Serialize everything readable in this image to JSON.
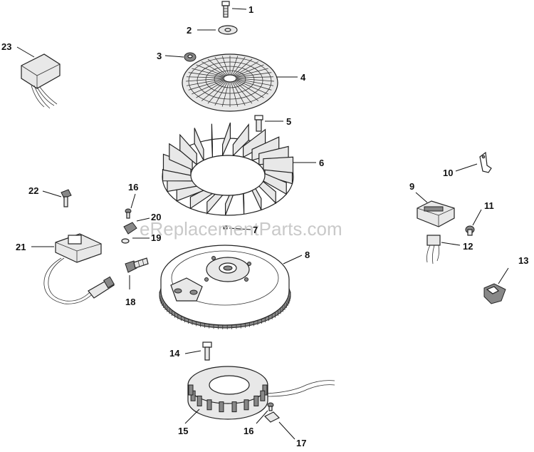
{
  "watermark": "eReplacementParts.com",
  "callouts": [
    "1",
    "2",
    "3",
    "4",
    "5",
    "6",
    "7",
    "8",
    "9",
    "10",
    "11",
    "12",
    "13",
    "14",
    "15",
    "16",
    "16",
    "17",
    "18",
    "19",
    "20",
    "21",
    "22",
    "23"
  ],
  "parts": [
    "bolt-1",
    "washer-2",
    "nut-3",
    "screen-4",
    "bolt-5",
    "fan-6",
    "key-7",
    "flywheel-8",
    "rectifier-9",
    "clip-10",
    "screw-11",
    "plug-12",
    "connector-13",
    "bolt-14",
    "stator-15",
    "screw-16",
    "clip-17",
    "stud-18",
    "washer-19",
    "clip-20",
    "ignition-module-21",
    "screw-22",
    "module-23"
  ]
}
